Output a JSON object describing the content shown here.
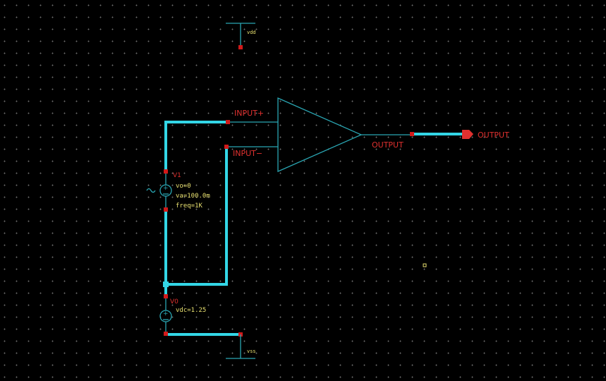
{
  "schematic": {
    "colors": {
      "wire": "#33d6e6",
      "symbol": "#2aa6b3",
      "pin": "#d11a1a",
      "net_label": "#e0312f",
      "param_text": "#e8e070",
      "background": "#000000",
      "grid_dot": "#6e6e6e"
    },
    "supply_top": {
      "label": "vdd"
    },
    "supply_bottom": {
      "label": "vss"
    },
    "opamp": {
      "pin_in_plus": "INPUT+",
      "pin_in_minus": "INPUT−",
      "pin_out": "OUTPUT"
    },
    "output_port": {
      "label": "OUTPUT"
    },
    "source_v1": {
      "name": "V1",
      "params": [
        "vo=0",
        "va=100.0m",
        "freq=1K"
      ]
    },
    "source_v0": {
      "name": "V0",
      "params": [
        "vdc=1.25"
      ]
    }
  }
}
